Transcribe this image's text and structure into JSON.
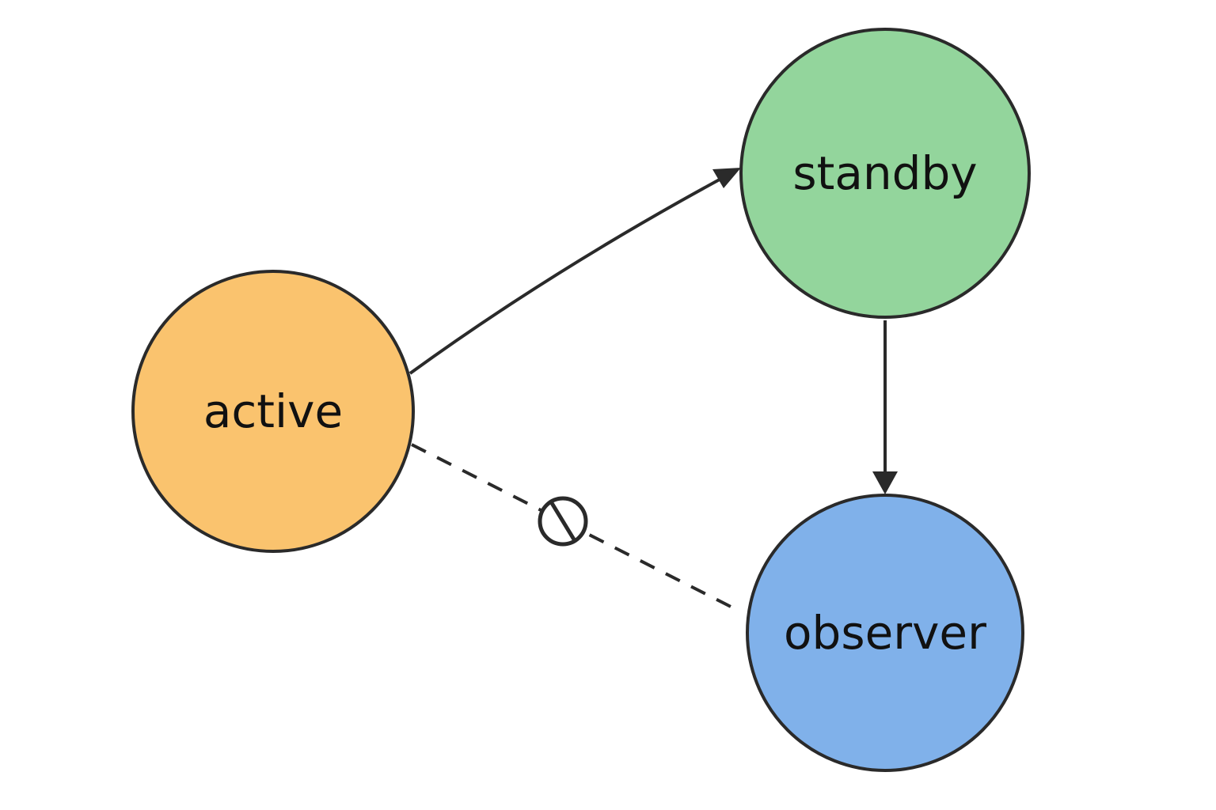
{
  "nodes": {
    "active": {
      "label": "active",
      "fill": "#fac36e"
    },
    "standby": {
      "label": "standby",
      "fill": "#93d59c"
    },
    "observer": {
      "label": "observer",
      "fill": "#80b1ea"
    }
  },
  "edges": [
    {
      "from": "active",
      "to": "standby",
      "style": "solid",
      "arrow": true
    },
    {
      "from": "standby",
      "to": "observer",
      "style": "solid",
      "arrow": true
    },
    {
      "from": "active",
      "to": "observer",
      "style": "dashed",
      "arrow": false,
      "marker": "prohibited-icon"
    }
  ],
  "colors": {
    "stroke": "#2a2a2a",
    "label": "#111111",
    "background": "#ffffff"
  }
}
